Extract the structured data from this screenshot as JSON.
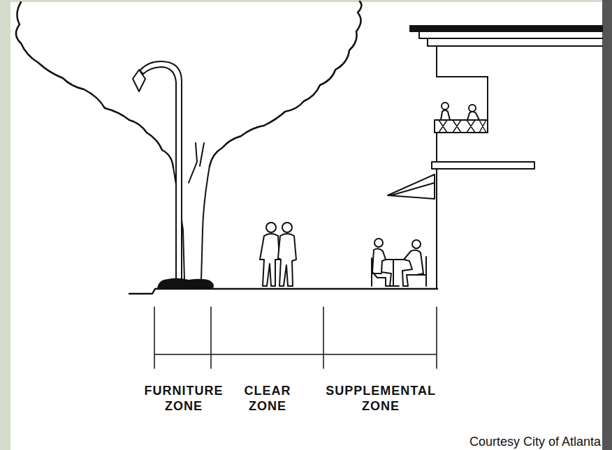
{
  "diagram": {
    "labels": [
      "FURNITURE ZONE",
      "CLEAR ZONE",
      "SUPPLEMENTAL ZONE",
      "Courtesy City of Atlanta"
    ]
  }
}
